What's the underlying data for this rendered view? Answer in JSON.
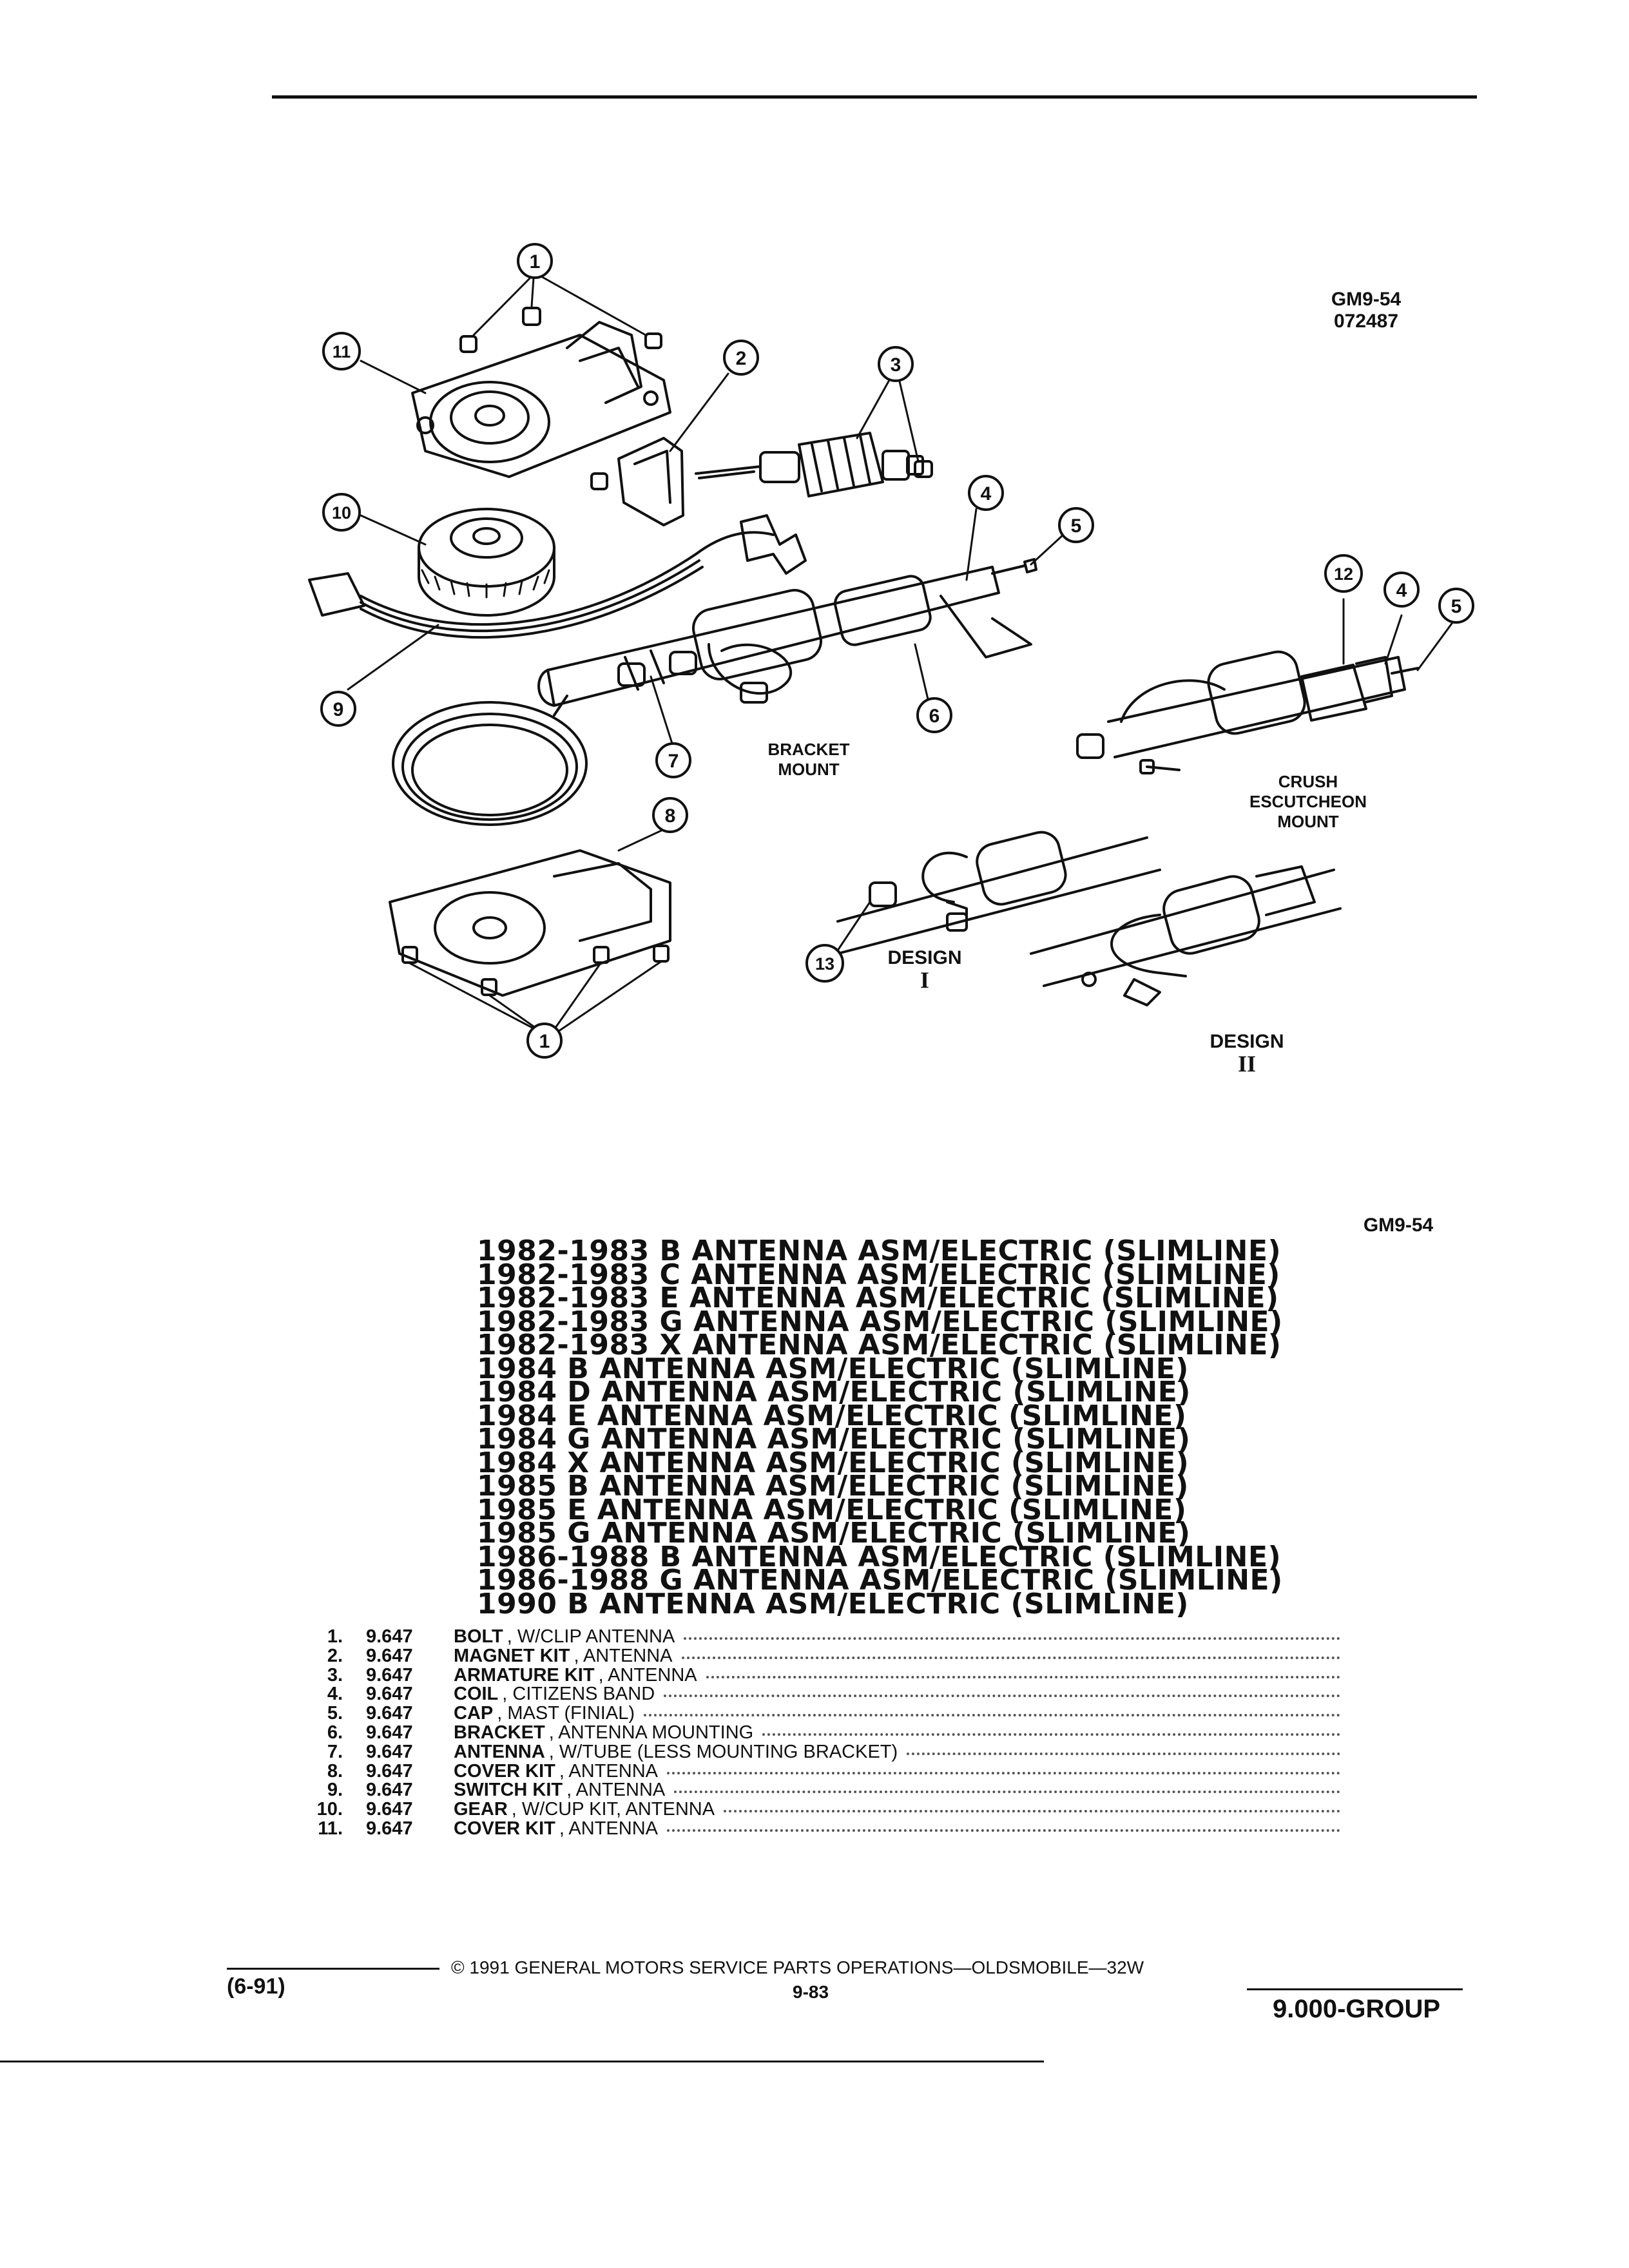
{
  "header": {
    "figure_code": "GM9-54",
    "figure_date": "072487"
  },
  "callouts": [
    "1",
    "2",
    "3",
    "4",
    "5",
    "6",
    "7",
    "8",
    "9",
    "10",
    "11",
    "12",
    "13",
    "1",
    "4",
    "5"
  ],
  "captions": {
    "bracket_mount": [
      "BRACKET",
      "MOUNT"
    ],
    "crush_mount": [
      "CRUSH",
      "ESCUTCHEON",
      "MOUNT"
    ],
    "design_1": [
      "DESIGN",
      "I"
    ],
    "design_2": [
      "DESIGN",
      "II"
    ]
  },
  "section_code": "GM9-54",
  "models": [
    "1982-1983 B ANTENNA ASM/ELECTRIC (SLIMLINE)",
    "1982-1983 C ANTENNA ASM/ELECTRIC (SLIMLINE)",
    "1982-1983 E ANTENNA ASM/ELECTRIC (SLIMLINE)",
    "1982-1983 G ANTENNA ASM/ELECTRIC (SLIMLINE)",
    "1982-1983 X ANTENNA ASM/ELECTRIC (SLIMLINE)",
    "1984 B ANTENNA ASM/ELECTRIC (SLIMLINE)",
    "1984 D ANTENNA ASM/ELECTRIC (SLIMLINE)",
    "1984 E ANTENNA ASM/ELECTRIC (SLIMLINE)",
    "1984 G ANTENNA ASM/ELECTRIC (SLIMLINE)",
    "1984 X ANTENNA ASM/ELECTRIC (SLIMLINE)",
    "1985 B ANTENNA ASM/ELECTRIC (SLIMLINE)",
    "1985 E ANTENNA ASM/ELECTRIC (SLIMLINE)",
    "1985 G ANTENNA ASM/ELECTRIC (SLIMLINE)",
    "1986-1988 B ANTENNA ASM/ELECTRIC (SLIMLINE)",
    "1986-1988 G ANTENNA ASM/ELECTRIC (SLIMLINE)",
    "1990 B ANTENNA ASM/ELECTRIC (SLIMLINE)"
  ],
  "parts": [
    {
      "num": "1.",
      "code": "9.647",
      "name": "BOLT",
      "desc": ", W/CLIP ANTENNA"
    },
    {
      "num": "2.",
      "code": "9.647",
      "name": "MAGNET KIT",
      "desc": ", ANTENNA"
    },
    {
      "num": "3.",
      "code": "9.647",
      "name": "ARMATURE KIT",
      "desc": ", ANTENNA"
    },
    {
      "num": "4.",
      "code": "9.647",
      "name": "COIL",
      "desc": ", CITIZENS BAND"
    },
    {
      "num": "5.",
      "code": "9.647",
      "name": "CAP",
      "desc": ", MAST (FINIAL)"
    },
    {
      "num": "6.",
      "code": "9.647",
      "name": "BRACKET",
      "desc": ", ANTENNA MOUNTING"
    },
    {
      "num": "7.",
      "code": "9.647",
      "name": "ANTENNA",
      "desc": ", W/TUBE (LESS MOUNTING BRACKET)"
    },
    {
      "num": "8.",
      "code": "9.647",
      "name": "COVER KIT",
      "desc": ", ANTENNA"
    },
    {
      "num": "9.",
      "code": "9.647",
      "name": "SWITCH KIT",
      "desc": ", ANTENNA"
    },
    {
      "num": "10.",
      "code": "9.647",
      "name": "GEAR",
      "desc": ", W/CUP KIT, ANTENNA"
    },
    {
      "num": "11.",
      "code": "9.647",
      "name": "COVER KIT",
      "desc": ", ANTENNA"
    }
  ],
  "footer": {
    "edition": "(6-91)",
    "copyright": "© 1991 GENERAL MOTORS SERVICE PARTS OPERATIONS—OLDSMOBILE—32W",
    "page": "9-83",
    "group": "9.000-GROUP"
  }
}
